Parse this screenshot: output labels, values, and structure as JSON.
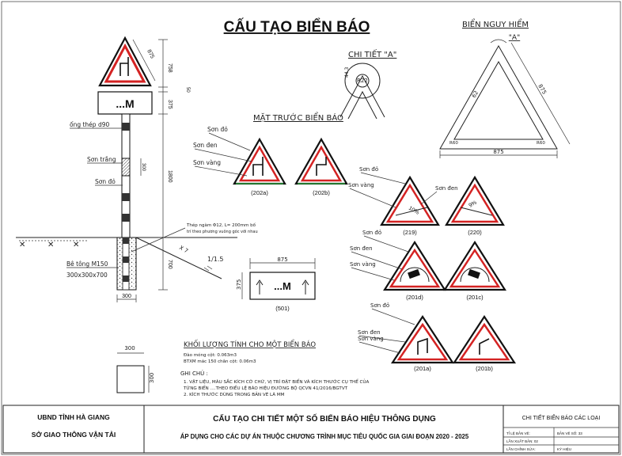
{
  "title": "CẤU TẠO BIỂN BÁO",
  "pole": {
    "sign_text": "...M",
    "dims": {
      "side": "875",
      "top": "758",
      "plate": "375",
      "gap": "50",
      "band": "300",
      "mid": "1800",
      "foot": "700",
      "base_w": "300"
    },
    "labels": {
      "pipe": "ống thép d90",
      "white": "Sơn trắng",
      "red": "Sơn đỏ",
      "concrete": "Bê tông M150",
      "concrete_size": "300x300x700",
      "rebar1": "Thép ngàm  Φ12, L= 200mm bố",
      "rebar2": "trí theo phương vuông góc với nhau",
      "slope": "1/1.5"
    }
  },
  "front": {
    "title": "MẶT TRƯỚC BIỂN BÁO",
    "lbl_red": "Sơn đỏ",
    "lbl_black": "Sơn đen",
    "lbl_yellow": "Sơn vàng"
  },
  "detail_a": {
    "title": "CHI TIẾT \"A\"",
    "d1": "R22",
    "d2": "44.3"
  },
  "danger": {
    "title": "BIỂN NGUY HIỂM",
    "a_label": "\"A\"",
    "side": "875",
    "inner": "62",
    "base": "875",
    "r1": "R60",
    "r2": "R60"
  },
  "signs": [
    {
      "code": "(202a)"
    },
    {
      "code": "(202b)"
    },
    {
      "code": "(219)",
      "text": "10%"
    },
    {
      "code": "(220)",
      "text": "9%"
    },
    {
      "code": "(201d)"
    },
    {
      "code": "(201c)"
    },
    {
      "code": "(201a)"
    },
    {
      "code": "(201b)"
    }
  ],
  "sign_labels": {
    "s219_red": "Sơn đỏ",
    "s219_yellow": "Sơn vàng",
    "s219_black": "Sơn đen",
    "s201d_red": "Sơn đỏ",
    "s201d_black": "Sơn đen",
    "s201d_yellow": "Sơn vàng",
    "s201a_red": "Sơn đỏ",
    "s201a_black": "Sơn đen",
    "s201a_yellow": "Sơn vàng"
  },
  "plate501": {
    "text": "...M",
    "w": "875",
    "h": "375",
    "code": "(501)"
  },
  "small_block": {
    "w": "300",
    "h": "300"
  },
  "volume": {
    "title": "KHỐI LƯỢNG TÍNH CHO MỘT BIỂN BÁO",
    "line1": "Đào móng cột: 0.063m3",
    "line2": "BTXM mác 150 chân cột: 0.06m3"
  },
  "notes": {
    "title": "GHI CHÚ :",
    "n1": "1. VẬT LIỆU, MÀU SẮC KÍCH CỠ CHỮ, VỊ TRÍ ĐẶT BIỂN VÀ KÍCH THƯỚC CỤ THỂ CỦA",
    "n1b": "TỪNG BIỂN ....THEO ĐIỀU LỆ BÁO HIỆU ĐƯỜNG BỘ QCVN 41/2016/BGTVT",
    "n2": "2. KÍCH THƯỚC DÙNG TRONG BẢN VẼ LÀ MM"
  },
  "footer": {
    "org1": "UBND TỈNH HÀ GIANG",
    "org2": "SỞ GIAO THÔNG VẬN TẢI",
    "title1": "CẤU TẠO CHI TIẾT MỘT SỐ BIỂN BÁO HIỆU THÔNG DỤNG",
    "title2": "ÁP DỤNG CHO CÁC DỰ ÁN THUỘC CHƯƠNG TRÌNH MỤC TIÊU QUỐC GIA GIAI ĐOẠN 2020 - 2025",
    "right_title": "CHI TIẾT BIỂN BÁO CÁC LOẠI",
    "r1a": "TỈ LỆ BẢN VẼ:",
    "r1b": "BẢN VẼ SỐ: 33",
    "r2a": "LẦN XUẤT BẢN: 02",
    "r3a": "LẦN CHỈNH SỬA:",
    "r3b": "KÝ HIỆU"
  },
  "colors": {
    "red": "#d42323",
    "black": "#111111",
    "yellow": "#f5d300",
    "white": "#ffffff"
  }
}
